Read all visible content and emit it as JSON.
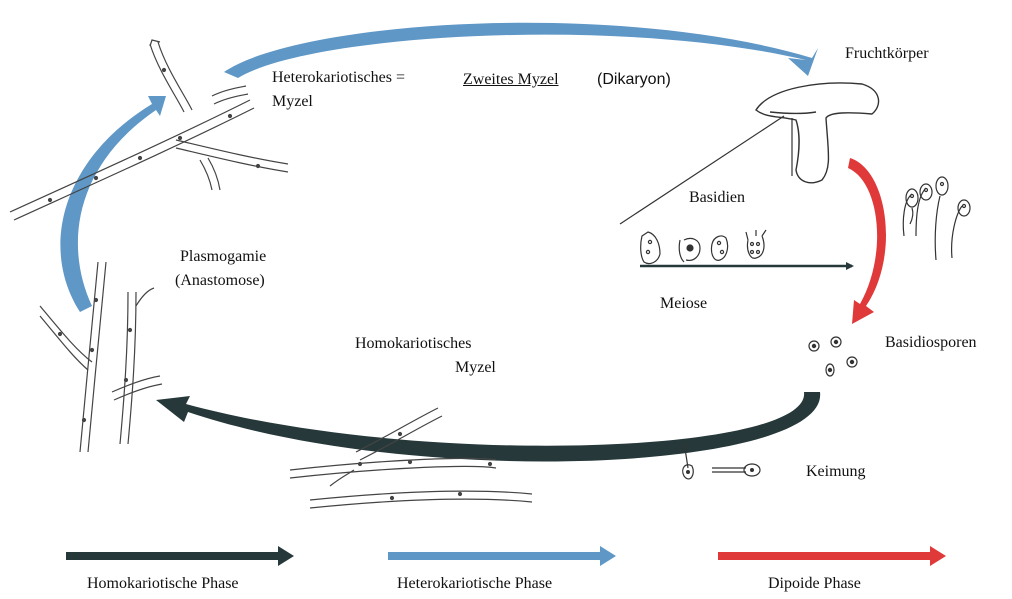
{
  "labels": {
    "fruchtkoerper": "Fruchtkörper",
    "heterokariotisches": "Heterokariotisches =",
    "zweites_myzel": "Zweites Myzel",
    "dikaryon": "(Dikaryon)",
    "myzel_top": "Myzel",
    "basidien": "Basidien",
    "plasmogamie": "Plasmogamie",
    "anastomose": "(Anastomose)",
    "meiose": "Meiose",
    "homokariotisches": "Homokariotisches",
    "myzel_mid": "Myzel",
    "basidiosporen": "Basidiosporen",
    "keimung": "Keimung"
  },
  "legend": [
    {
      "label": "Homokariotische Phase",
      "color": "#26383a"
    },
    {
      "label": "Heterokariotische Phase",
      "color": "#5f97c6"
    },
    {
      "label": "Dipoide Phase",
      "color": "#e0393a"
    }
  ],
  "colors": {
    "homokaryotic": "#26383a",
    "heterokaryotic": "#5f97c6",
    "diploid": "#e0393a",
    "ink": "#333333"
  }
}
